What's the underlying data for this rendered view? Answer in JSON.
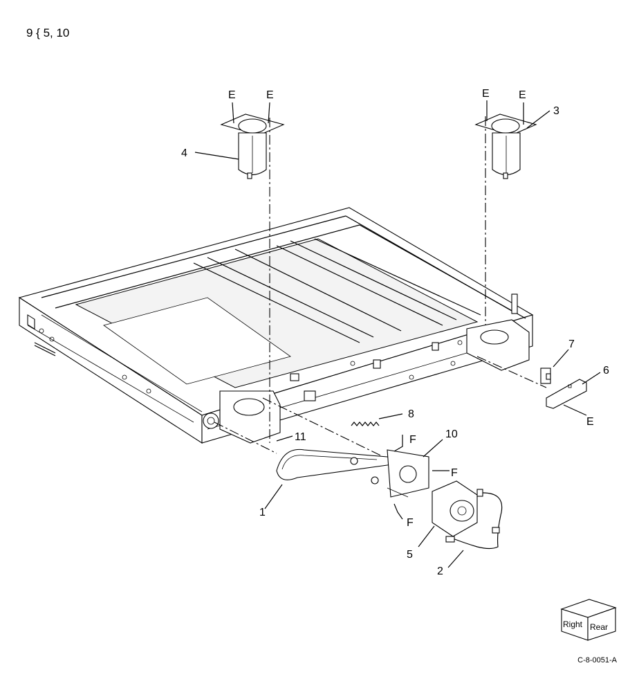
{
  "header": {
    "text": "9 { 5, 10"
  },
  "diagram_code": "C-8-0051-A",
  "orientation_cube": {
    "left": "Right",
    "right": "Rear"
  },
  "callouts": {
    "c1": "1",
    "c2": "2",
    "c3": "3",
    "c4": "4",
    "c5": "5",
    "c6": "6",
    "c7": "7",
    "c8": "8",
    "c10": "10",
    "c11": "11"
  },
  "refs": {
    "e1": "E",
    "e2": "E",
    "e3": "E",
    "e4": "E",
    "e5": "E",
    "f1": "F",
    "f2": "F",
    "f3": "F"
  }
}
